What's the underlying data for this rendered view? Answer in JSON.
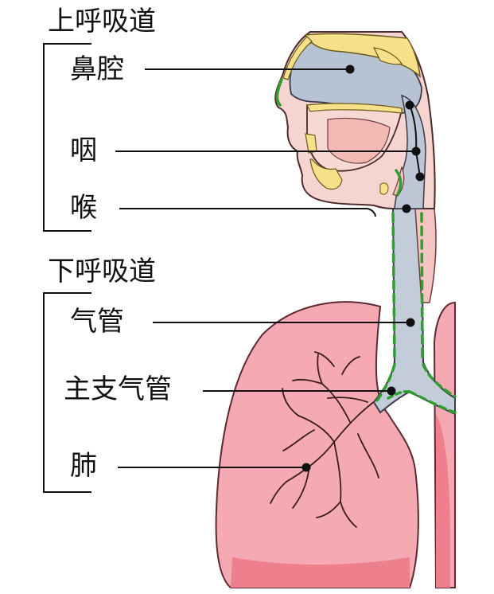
{
  "groups": {
    "upper": "上呼吸道",
    "lower": "下呼吸道"
  },
  "labels": {
    "nasal_cavity": "鼻腔",
    "pharynx": "咽",
    "larynx": "喉",
    "trachea": "气管",
    "main_bronchus": "主支气管",
    "lung": "肺"
  },
  "colors": {
    "lung_fill": "#f4a7b0",
    "lung_dark": "#ee7d8a",
    "airway_gray": "#b8c4d4",
    "mucosa_pink": "#f6c9c4",
    "bone_yellow": "#f6e08a",
    "cilia_green": "#2e9e2e",
    "line": "#111111"
  }
}
